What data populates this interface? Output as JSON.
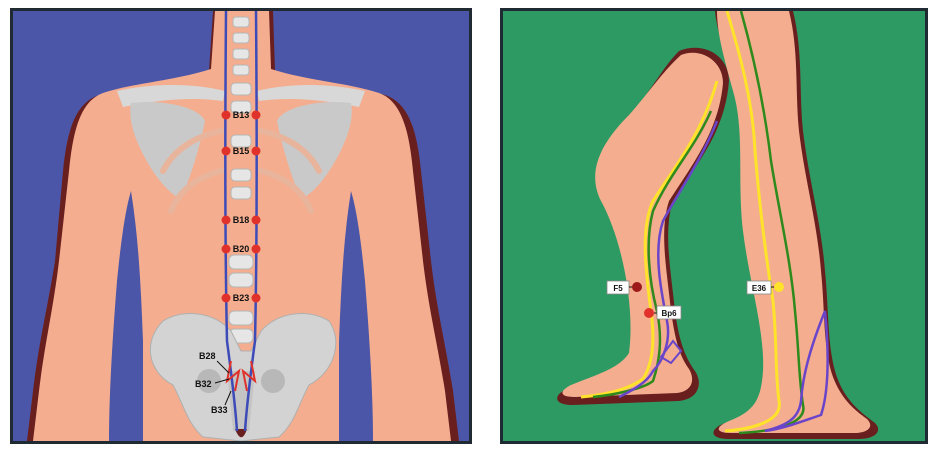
{
  "colors": {
    "back_bg": "#4c56a8",
    "legs_bg": "#2e9a63",
    "skin": "#f4ae8f",
    "skin_shadow": "#6a1f1f",
    "bone": "#d3d3d3",
    "meridian_blue": "#3c4bb8",
    "meridian_yellow": "#ffe22a",
    "meridian_green": "#2f8a1d",
    "meridian_purple": "#6a45c9",
    "point_red": "#e0322a",
    "point_darkred": "#9e1a1a",
    "point_yellow": "#ffe22a"
  },
  "back_panel": {
    "spine_points": [
      {
        "label": "B13"
      },
      {
        "label": "B15"
      },
      {
        "label": "B18"
      },
      {
        "label": "B20"
      },
      {
        "label": "B23"
      }
    ],
    "sacral_points": [
      {
        "label": "B28"
      },
      {
        "label": "B32"
      },
      {
        "label": "B33"
      }
    ]
  },
  "legs_panel": {
    "points": [
      {
        "label": "F5"
      },
      {
        "label": "Bp6"
      },
      {
        "label": "E36"
      }
    ]
  }
}
